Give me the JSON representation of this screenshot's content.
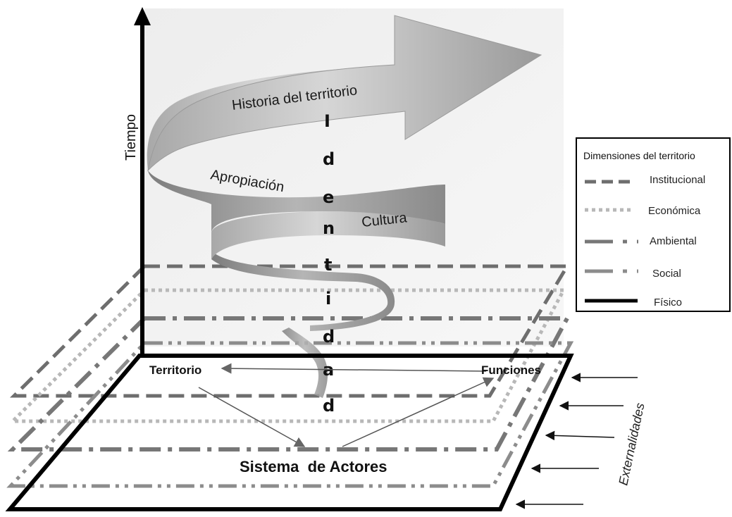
{
  "axis": {
    "vertical_label": "Tiempo"
  },
  "spiral": {
    "band_1_label": "Historia del territorio",
    "band_2_label": "Apropiación",
    "band_3_label": "Cultura",
    "vertical_word_letters": [
      "I",
      "d",
      "e",
      "n",
      "t",
      "i",
      "d",
      "a",
      "d"
    ]
  },
  "base": {
    "node_left": "Territorio",
    "node_right": "Funciones",
    "node_bottom": "Sistema  de Actores"
  },
  "externalities": {
    "label": "Externalidades",
    "arrow_count": 5
  },
  "legend": {
    "title": "Dimensiones del territorio",
    "items": [
      {
        "label": "Institucional",
        "style": "dashed"
      },
      {
        "label": "Económica",
        "style": "dotted"
      },
      {
        "label": "Ambiental",
        "style": "dash-dot"
      },
      {
        "label": "Social",
        "style": "dash-dot-dot"
      },
      {
        "label": "Físico",
        "style": "solid"
      }
    ]
  },
  "colors": {
    "institucional": "#6e6e6e",
    "economica": "#b8b8b8",
    "ambiental": "#777777",
    "social": "#8c8c8c",
    "fisico": "#000000",
    "ribbon_light": "#d9d9d9",
    "ribbon_dark": "#8f8f8f"
  }
}
